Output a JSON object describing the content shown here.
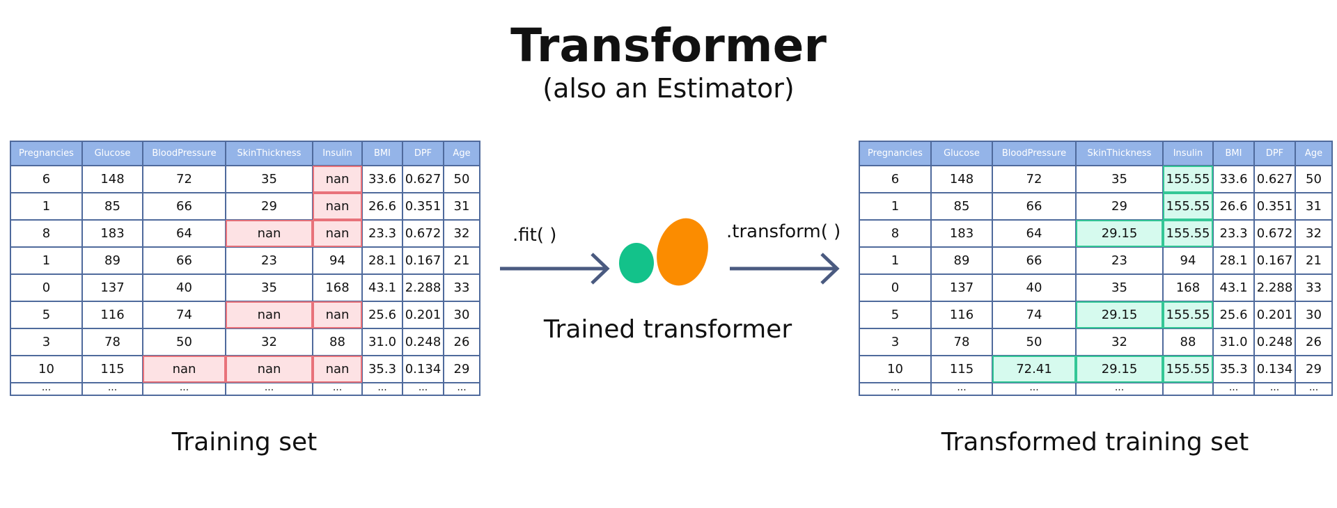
{
  "title": "Transformer",
  "subtitle": "(also an Estimator)",
  "columns": [
    "Pregnancies",
    "Glucose",
    "BloodPressure",
    "SkinThickness",
    "Insulin",
    "BMI",
    "DPF",
    "Age"
  ],
  "training_set": {
    "caption": "Training set",
    "rows": [
      [
        "6",
        "148",
        "72",
        "35",
        "nan",
        "33.6",
        "0.627",
        "50"
      ],
      [
        "1",
        "85",
        "66",
        "29",
        "nan",
        "26.6",
        "0.351",
        "31"
      ],
      [
        "8",
        "183",
        "64",
        "nan",
        "nan",
        "23.3",
        "0.672",
        "32"
      ],
      [
        "1",
        "89",
        "66",
        "23",
        "94",
        "28.1",
        "0.167",
        "21"
      ],
      [
        "0",
        "137",
        "40",
        "35",
        "168",
        "43.1",
        "2.288",
        "33"
      ],
      [
        "5",
        "116",
        "74",
        "nan",
        "nan",
        "25.6",
        "0.201",
        "30"
      ],
      [
        "3",
        "78",
        "50",
        "32",
        "88",
        "31.0",
        "0.248",
        "26"
      ],
      [
        "10",
        "115",
        "nan",
        "nan",
        "nan",
        "35.3",
        "0.134",
        "29"
      ]
    ],
    "ellipsis_row": [
      "...",
      "...",
      "...",
      "...",
      "...",
      "...",
      "...",
      "..."
    ]
  },
  "transformed_set": {
    "caption": "Transformed training set",
    "rows": [
      [
        "6",
        "148",
        "72",
        "35",
        "155.55",
        "33.6",
        "0.627",
        "50"
      ],
      [
        "1",
        "85",
        "66",
        "29",
        "155.55",
        "26.6",
        "0.351",
        "31"
      ],
      [
        "8",
        "183",
        "64",
        "29.15",
        "155.55",
        "23.3",
        "0.672",
        "32"
      ],
      [
        "1",
        "89",
        "66",
        "23",
        "94",
        "28.1",
        "0.167",
        "21"
      ],
      [
        "0",
        "137",
        "40",
        "35",
        "168",
        "43.1",
        "2.288",
        "33"
      ],
      [
        "5",
        "116",
        "74",
        "29.15",
        "155.55",
        "25.6",
        "0.201",
        "30"
      ],
      [
        "3",
        "78",
        "50",
        "32",
        "88",
        "31.0",
        "0.248",
        "26"
      ],
      [
        "10",
        "115",
        "72.41",
        "29.15",
        "155.55",
        "35.3",
        "0.134",
        "29"
      ]
    ],
    "imputed_cells": [
      [
        0,
        4
      ],
      [
        1,
        4
      ],
      [
        2,
        3
      ],
      [
        2,
        4
      ],
      [
        5,
        3
      ],
      [
        5,
        4
      ],
      [
        7,
        2
      ],
      [
        7,
        3
      ],
      [
        7,
        4
      ]
    ],
    "ellipsis_row": [
      "...",
      "...",
      "...",
      "...",
      "",
      "...",
      "...",
      "..."
    ]
  },
  "fit_label": ".fit( )",
  "transform_label": ".transform( )",
  "model_caption": "Trained transformer",
  "colors": {
    "header_bg": "#94b4e8",
    "table_border": "#4f6a9c",
    "missing_bg": "#fde2e4",
    "missing_border": "#e8727a",
    "imputed_bg": "#d6faee",
    "imputed_border": "#33c796",
    "arrow": "#4a5a80",
    "model_green": "#13c28a",
    "model_orange": "#fb8c00"
  },
  "icons": [
    "right-arrow-icon",
    "green-ellipse-shape",
    "orange-ellipse-shape"
  ]
}
